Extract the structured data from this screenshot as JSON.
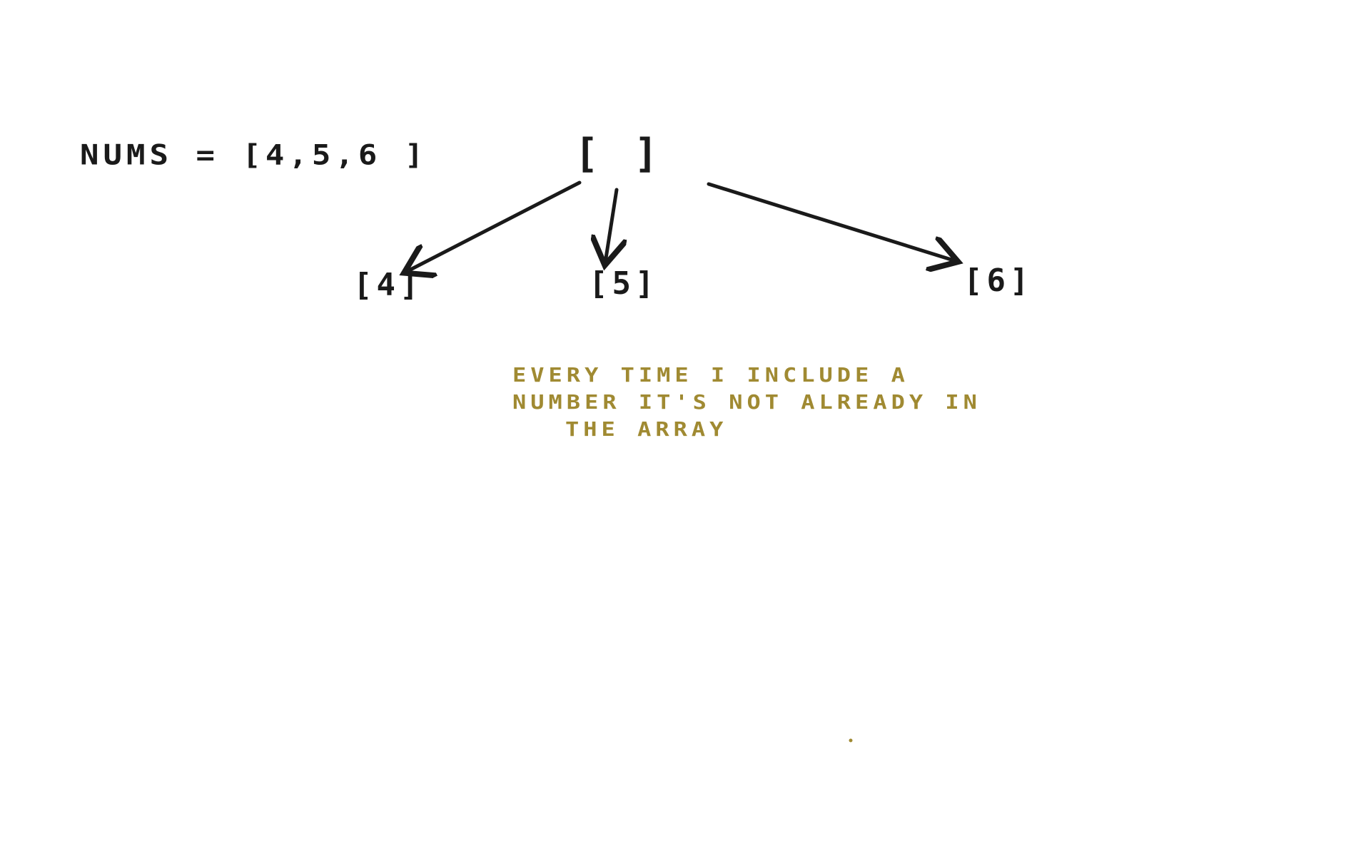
{
  "nums_label": "NUMS = [4,5,6 ]",
  "root_node": "[ ]",
  "children": [
    {
      "label": "[4]"
    },
    {
      "label": "[5]"
    },
    {
      "label": "[6]"
    }
  ],
  "note": {
    "lines": [
      "EVERY  TIME   I  INCLUDE  A",
      "NUMBER  IT'S  NOT  ALREADY  IN",
      "THE  ARRAY"
    ]
  },
  "colors": {
    "ink": "#1a1a1a",
    "note": "#a08a32",
    "background": "#ffffff"
  }
}
